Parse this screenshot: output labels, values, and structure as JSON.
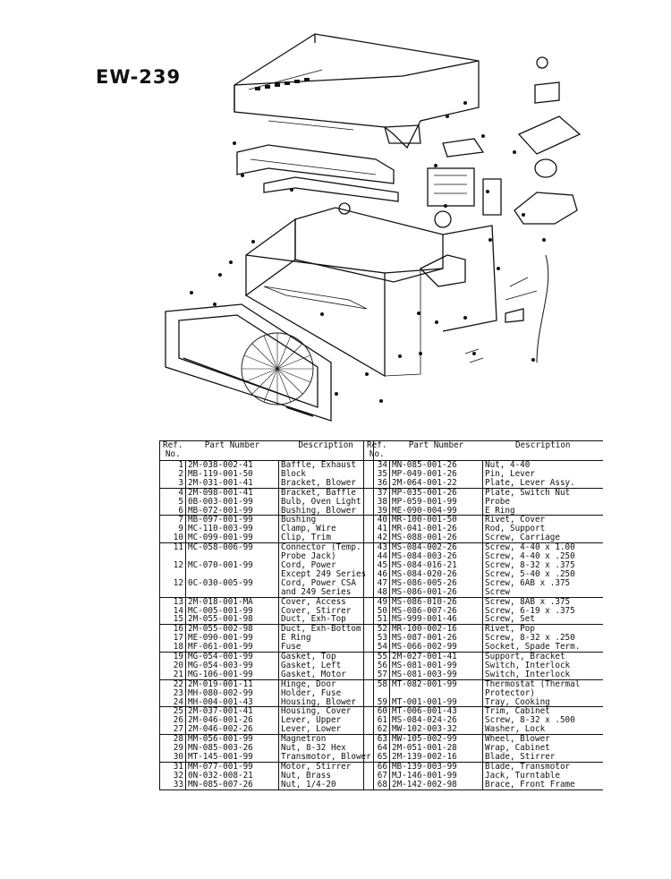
{
  "title": "EW-239",
  "table_headers": {
    "ref": "Ref.",
    "no": "No.",
    "part": "Part Number",
    "desc": "Description"
  },
  "left_rows": [
    {
      "ref": "1",
      "part": "2M-038-002-41",
      "desc": "Baffle, Exhaust",
      "grp": true
    },
    {
      "ref": "2",
      "part": "MB-119-001-50",
      "desc": "Block"
    },
    {
      "ref": "3",
      "part": "2M-031-001-41",
      "desc": "Bracket, Blower"
    },
    {
      "ref": "4",
      "part": "2M-098-001-41",
      "desc": "Bracket, Baffle",
      "grp": true
    },
    {
      "ref": "5",
      "part": "0B-003-001-99",
      "desc": "Bulb, Oven Light"
    },
    {
      "ref": "6",
      "part": "MB-072-001-99",
      "desc": "Bushing, Blower"
    },
    {
      "ref": "7",
      "part": "MB-097-001-99",
      "desc": "Bushing",
      "grp": true
    },
    {
      "ref": "9",
      "part": "MC-110-003-99",
      "desc": "Clamp, Wire"
    },
    {
      "ref": "10",
      "part": "MC-099-001-99",
      "desc": "Clip, Trim"
    },
    {
      "ref": "11",
      "part": "MC-058-006-99",
      "desc": "Connector (Temp.",
      "grp": true
    },
    {
      "ref": "",
      "part": "",
      "desc": "Probe Jack)"
    },
    {
      "ref": "12",
      "part": "MC-070-001-99",
      "desc": "Cord, Power"
    },
    {
      "ref": "",
      "part": "",
      "desc": "Except 249 Series"
    },
    {
      "ref": "12",
      "part": "0C-030-005-99",
      "desc": "Cord, Power CSA"
    },
    {
      "ref": "",
      "part": "",
      "desc": "and 249 Series"
    },
    {
      "ref": "13",
      "part": "2M-018-001-MA",
      "desc": "Cover, Access",
      "grp": true
    },
    {
      "ref": "14",
      "part": "MC-005-001-99",
      "desc": "Cover, Stirrer"
    },
    {
      "ref": "15",
      "part": "2M-055-001-98",
      "desc": "Duct, Exh-Top"
    },
    {
      "ref": "16",
      "part": "2M-055-002-98",
      "desc": "Duct, Exh-Bottom",
      "grp": true
    },
    {
      "ref": "17",
      "part": "ME-090-001-99",
      "desc": "E Ring"
    },
    {
      "ref": "18",
      "part": "MF-061-001-99",
      "desc": "Fuse"
    },
    {
      "ref": "19",
      "part": "MG-054-001-99",
      "desc": "Gasket, Top",
      "grp": true
    },
    {
      "ref": "20",
      "part": "MG-054-003-99",
      "desc": "Gasket, Left"
    },
    {
      "ref": "21",
      "part": "MG-106-001-99",
      "desc": "Gasket, Motor"
    },
    {
      "ref": "22",
      "part": "2M-019-001-11",
      "desc": "Hinge, Door",
      "grp": true
    },
    {
      "ref": "23",
      "part": "MH-080-002-99",
      "desc": "Holder, Fuse"
    },
    {
      "ref": "24",
      "part": "MH-004-001-43",
      "desc": "Housing, Blower"
    },
    {
      "ref": "25",
      "part": "2M-037-001-41",
      "desc": "Housing, Cover",
      "grp": true
    },
    {
      "ref": "26",
      "part": "2M-046-001-26",
      "desc": "Lever, Upper"
    },
    {
      "ref": "27",
      "part": "2M-046-002-26",
      "desc": "Lever, Lower"
    },
    {
      "ref": "28",
      "part": "MM-056-001-99",
      "desc": "Magnetron",
      "grp": true
    },
    {
      "ref": "29",
      "part": "MN-085-003-26",
      "desc": "Nut, 8-32 Hex"
    },
    {
      "ref": "30",
      "part": "MT-145-001-99",
      "desc": "Transmotor, Blower"
    },
    {
      "ref": "31",
      "part": "MM-077-001-99",
      "desc": "Motor, Stirrer",
      "grp": true
    },
    {
      "ref": "32",
      "part": "0N-032-008-21",
      "desc": "Nut, Brass"
    },
    {
      "ref": "33",
      "part": "MN-085-007-26",
      "desc": "Nut, 1/4-20"
    }
  ],
  "right_rows": [
    {
      "ref": "34",
      "part": "MN-085-001-26",
      "desc": "Nut, 4-40",
      "grp": true
    },
    {
      "ref": "35",
      "part": "MP-049-001-26",
      "desc": "Pin, Lever"
    },
    {
      "ref": "36",
      "part": "2M-064-001-22",
      "desc": "Plate, Lever Assy."
    },
    {
      "ref": "37",
      "part": "MP-035-001-26",
      "desc": "Plate, Switch Nut",
      "grp": true
    },
    {
      "ref": "38",
      "part": "MP-059-001-99",
      "desc": "Probe"
    },
    {
      "ref": "39",
      "part": "ME-090-004-99",
      "desc": "E Ring"
    },
    {
      "ref": "40",
      "part": "MR-100-001-50",
      "desc": "Rivet, Cover",
      "grp": true
    },
    {
      "ref": "41",
      "part": "MR-041-001-26",
      "desc": "Rod, Support"
    },
    {
      "ref": "42",
      "part": "MS-088-001-26",
      "desc": "Screw, Carriage"
    },
    {
      "ref": "43",
      "part": "MS-084-002-26",
      "desc": "Screw, 4-40 x 1.00",
      "grp": true
    },
    {
      "ref": "44",
      "part": "MS-084-003-26",
      "desc": "Screw, 4-40 x .250"
    },
    {
      "ref": "45",
      "part": "MS-084-016-21",
      "desc": "Screw, 8-32 x .375"
    },
    {
      "ref": "46",
      "part": "MS-084-020-26",
      "desc": "Screw, 5-40 x .250"
    },
    {
      "ref": "47",
      "part": "MS-086-005-26",
      "desc": "Screw, 6AB x .375"
    },
    {
      "ref": "48",
      "part": "MS-086-001-26",
      "desc": "Screw"
    },
    {
      "ref": "49",
      "part": "MS-086-010-26",
      "desc": "Screw, 8AB x .375",
      "grp": true
    },
    {
      "ref": "50",
      "part": "MS-086-007-26",
      "desc": "Screw, 6-19 x .375"
    },
    {
      "ref": "51",
      "part": "MS-999-001-46",
      "desc": "Screw, Set"
    },
    {
      "ref": "52",
      "part": "MR-100-002-16",
      "desc": "Rivet, Pop",
      "grp": true
    },
    {
      "ref": "53",
      "part": "MS-087-001-26",
      "desc": "Screw, 8-32 x .250"
    },
    {
      "ref": "54",
      "part": "MS-066-002-99",
      "desc": "Socket, Spade Term."
    },
    {
      "ref": "55",
      "part": "2M-027-001-41",
      "desc": "Support, Bracket",
      "grp": true
    },
    {
      "ref": "56",
      "part": "MS-081-001-99",
      "desc": "Switch, Interlock"
    },
    {
      "ref": "57",
      "part": "MS-081-003-99",
      "desc": "Switch, Interlock"
    },
    {
      "ref": "58",
      "part": "MT-082-001-99",
      "desc": "Thermostat (Thermal",
      "grp": true
    },
    {
      "ref": "",
      "part": "",
      "desc": "Protector)"
    },
    {
      "ref": "59",
      "part": "MT-001-001-99",
      "desc": "Tray, Cooking"
    },
    {
      "ref": "60",
      "part": "MT-006-001-43",
      "desc": "Trim, Cabinet",
      "grp": true
    },
    {
      "ref": "61",
      "part": "MS-084-024-26",
      "desc": "Screw, 8-32 x .500"
    },
    {
      "ref": "62",
      "part": "MW-102-003-32",
      "desc": "Washer, Lock"
    },
    {
      "ref": "63",
      "part": "MW-105-002-99",
      "desc": "Wheel, Blower",
      "grp": true
    },
    {
      "ref": "64",
      "part": "2M-051-001-28",
      "desc": "Wrap, Cabinet"
    },
    {
      "ref": "65",
      "part": "2M-139-002-16",
      "desc": "Blade, Stirrer"
    },
    {
      "ref": "66",
      "part": "MB-139-003-99",
      "desc": "Blade, Transmotor",
      "grp": true
    },
    {
      "ref": "67",
      "part": "MJ-146-001-99",
      "desc": "Jack, Turntable"
    },
    {
      "ref": "68",
      "part": "2M-142-002-98",
      "desc": "Brace, Front Frame"
    }
  ]
}
